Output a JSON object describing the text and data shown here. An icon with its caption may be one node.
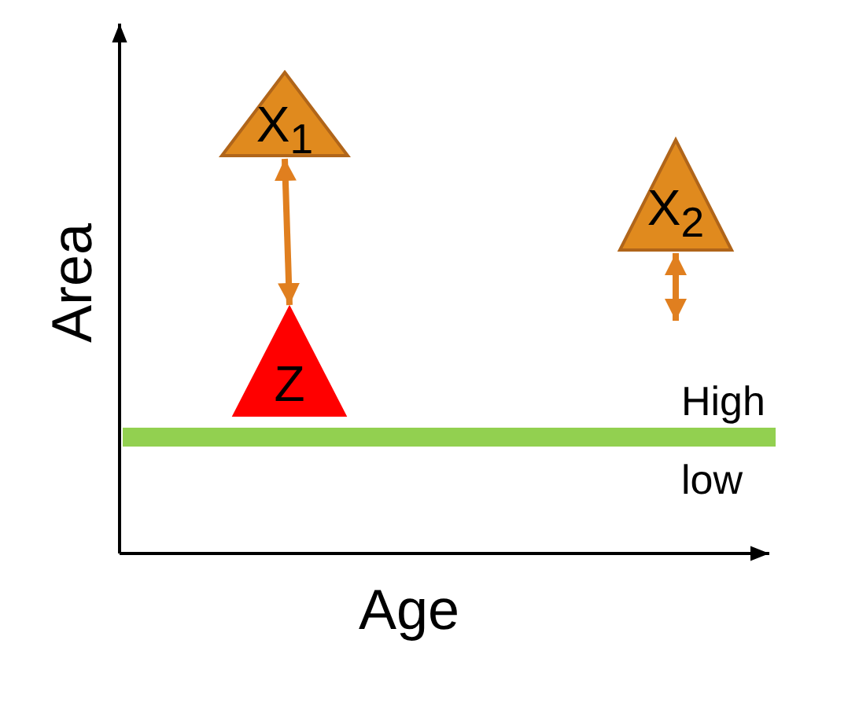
{
  "diagram": {
    "nodes": [
      {
        "text": [
          "X$_{1}$"
        ]
      },
      {
        "text": [
          "Z"
        ]
      },
      {
        "text": [
          "X$_{2}$"
        ]
      }
    ],
    "edges": [
      {
        "from": 0,
        "to": 1,
        "arrow": "both"
      },
      {
        "from": 2,
        "to": null,
        "arrow": "both"
      }
    ],
    "labels": [
      "Area",
      "High",
      "low",
      "Age"
    ]
  }
}
